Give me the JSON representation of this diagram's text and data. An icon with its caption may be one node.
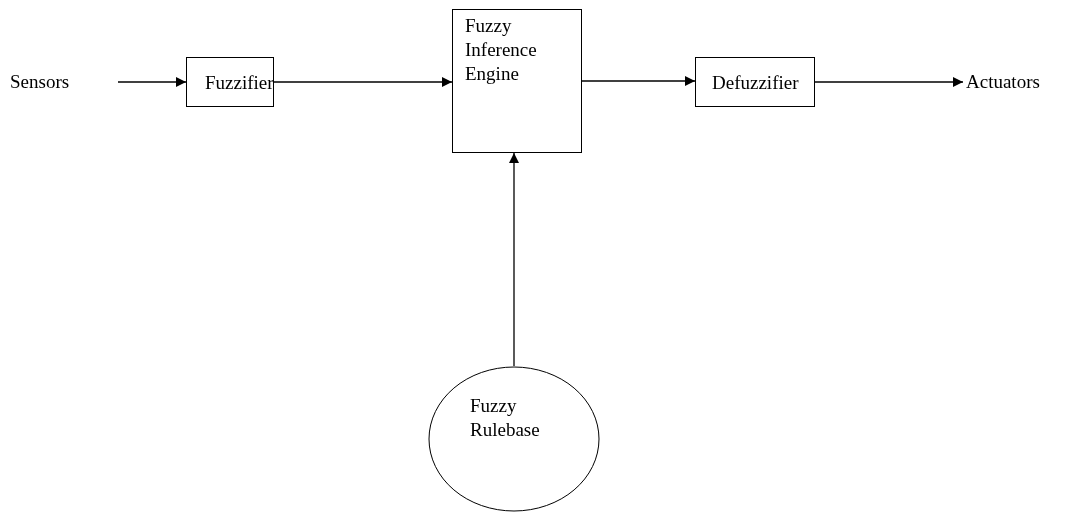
{
  "diagram": {
    "nodes": [
      {
        "text": [
          "Sensors"
        ]
      },
      {
        "text": [
          "Fuzzifier"
        ]
      },
      {
        "text": [
          "Fuzzy Inference Engine"
        ]
      },
      {
        "text": [
          "Defuzzifier"
        ]
      },
      {
        "text": [
          "Actuators"
        ]
      },
      {
        "text": [
          "Fuzzy Rulebase"
        ]
      }
    ],
    "edges": [
      {
        "from": 0,
        "to": 1,
        "arrow": "to"
      },
      {
        "from": 1,
        "to": 2,
        "arrow": "to"
      },
      {
        "from": 2,
        "to": 3,
        "arrow": "to"
      },
      {
        "from": 3,
        "to": 4,
        "arrow": "to"
      },
      {
        "from": 5,
        "to": 2,
        "arrow": "to"
      }
    ]
  }
}
